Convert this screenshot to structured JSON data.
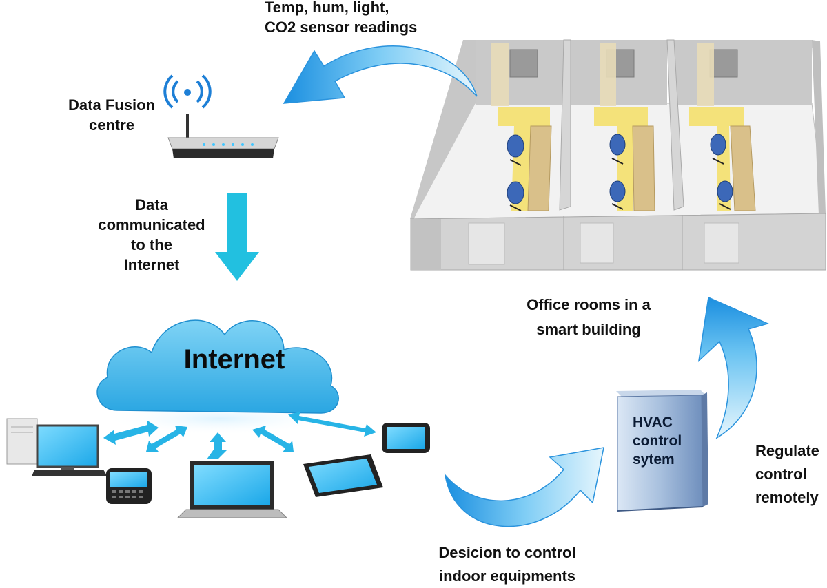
{
  "labels": {
    "sensor_readings": [
      "Temp, hum, light,",
      "CO2 sensor readings"
    ],
    "data_fusion": [
      "Data Fusion",
      "centre"
    ],
    "data_communicated": [
      "Data",
      "communicated",
      "to the",
      "Internet"
    ],
    "internet": "Internet",
    "office_rooms": [
      "Office rooms in a",
      "smart building"
    ],
    "hvac": [
      "HVAC",
      "control",
      "sytem"
    ],
    "regulate": [
      "Regulate",
      "control",
      "remotely"
    ],
    "decision": [
      "Desicion to control",
      "indoor equipments"
    ]
  },
  "icons": [
    "router-icon",
    "cloud-icon",
    "desktop-computer-icon",
    "smartphone-icon",
    "laptop-icon",
    "tablet-icon",
    "hvac-cabinet-icon",
    "office-building-icon"
  ],
  "colors": {
    "arrow_blue": "#3aa6e8",
    "arrow_light": "#d8f0fb",
    "cyan_arrow": "#22c0e0",
    "cloud": "#3fb8ea",
    "hvac": "#9fb8d8"
  }
}
